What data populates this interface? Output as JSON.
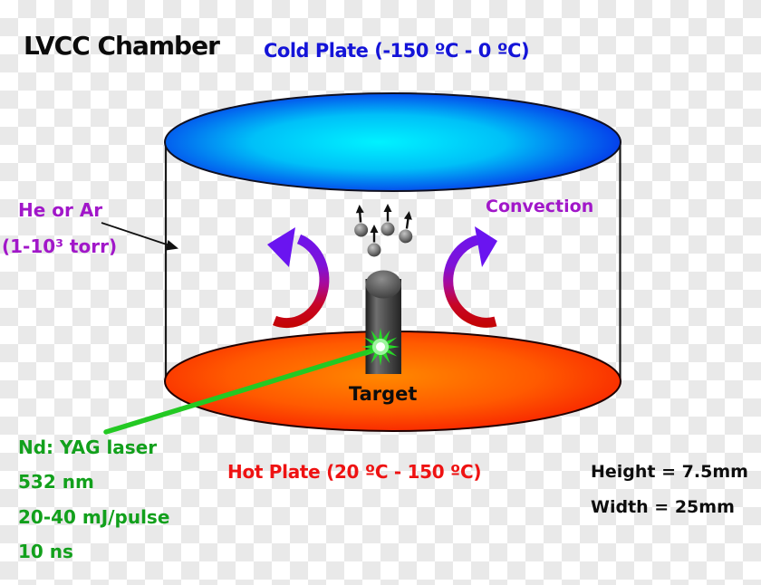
{
  "title": "LVCC Chamber",
  "chamber": {
    "cold_plate_label": "Cold Plate (-150 ºC - 0 ºC)",
    "hot_plate_label": "Hot Plate (20 ºC - 150 ºC)",
    "target_label": "Target",
    "convection_label": "Convection"
  },
  "gas": {
    "line1": "He or Ar",
    "line2": "(1-10³ torr)"
  },
  "laser": {
    "lines": [
      "Nd: YAG laser",
      "532 nm",
      "20-40 mJ/pulse",
      "10 ns"
    ]
  },
  "dimensions": {
    "height": "Height = 7.5mm",
    "width": "Width = 25mm"
  },
  "colors": {
    "cold_text": "#1414d8",
    "hot_text": "#ee1212",
    "purple_text": "#a117c9",
    "green_text": "#12a01c",
    "laser_beam": "#23c923",
    "cold_plate_center": "#00f2ff",
    "cold_plate_edge": "#0613e6",
    "hot_plate_center": "#ff8800",
    "hot_plate_edge": "#f50f00",
    "convection_arrow_top": "#6a14f0",
    "convection_arrow_bottom": "#c40404"
  }
}
